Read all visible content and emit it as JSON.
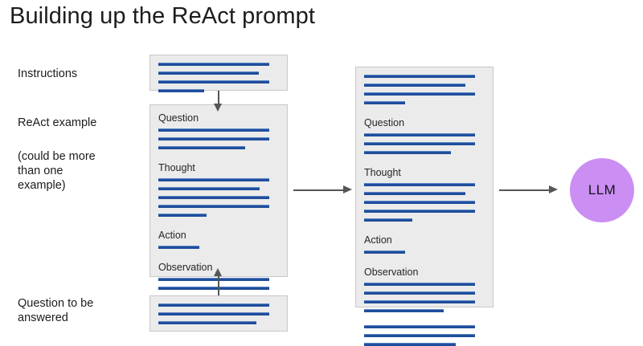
{
  "slide": {
    "title": "Building up the ReAct prompt",
    "background_color": "#ffffff"
  },
  "theme": {
    "box_fill": "#ebebeb",
    "box_border": "#c8c8c8",
    "text_rule_color": "#1f4e9c",
    "arrow_color": "#555555",
    "llm_fill": "#cb8ef2",
    "text_color": "#1c1c1c"
  },
  "captions": [
    {
      "id": "instructions",
      "text": "Instructions"
    },
    {
      "id": "react-example",
      "text": "ReAct example"
    },
    {
      "id": "could-be-more",
      "text": "(could be more\nthan one\nexample)"
    },
    {
      "id": "question-to-be",
      "text": "Question to be\nanswered"
    }
  ],
  "boxes": {
    "instructions": {
      "name": "instructions-block",
      "sections": [
        {
          "label": null,
          "rules": [
            {
              "width_pct": 92
            },
            {
              "width_pct": 83
            },
            {
              "width_pct": 92
            },
            {
              "width_pct": 38
            }
          ]
        }
      ]
    },
    "react_example": {
      "name": "react-example-block",
      "sections": [
        {
          "label": "Question",
          "rules": [
            {
              "width_pct": 92
            },
            {
              "width_pct": 92
            },
            {
              "width_pct": 72
            }
          ]
        },
        {
          "label": "Thought",
          "rules": [
            {
              "width_pct": 92
            },
            {
              "width_pct": 84
            },
            {
              "width_pct": 92
            },
            {
              "width_pct": 92
            },
            {
              "width_pct": 40
            }
          ]
        },
        {
          "label": "Action",
          "rules": [
            {
              "width_pct": 34
            }
          ]
        },
        {
          "label": "Observation",
          "rules": [
            {
              "width_pct": 92
            },
            {
              "width_pct": 92
            },
            {
              "width_pct": 92
            },
            {
              "width_pct": 66
            }
          ]
        }
      ]
    },
    "question_bottom": {
      "name": "question-to-answer-block",
      "sections": [
        {
          "label": null,
          "rules": [
            {
              "width_pct": 92
            },
            {
              "width_pct": 92
            },
            {
              "width_pct": 81
            }
          ]
        }
      ]
    },
    "full_prompt": {
      "name": "assembled-prompt-block",
      "sections": [
        {
          "label": null,
          "rules": [
            {
              "width_pct": 92
            },
            {
              "width_pct": 84
            },
            {
              "width_pct": 92
            },
            {
              "width_pct": 34
            }
          ]
        },
        {
          "label": "Question",
          "rules": [
            {
              "width_pct": 92
            },
            {
              "width_pct": 92
            },
            {
              "width_pct": 72
            }
          ]
        },
        {
          "label": "Thought",
          "rules": [
            {
              "width_pct": 92
            },
            {
              "width_pct": 84
            },
            {
              "width_pct": 92
            },
            {
              "width_pct": 92
            },
            {
              "width_pct": 40
            }
          ]
        },
        {
          "label": "Action",
          "rules": [
            {
              "width_pct": 34
            }
          ]
        },
        {
          "label": "Observation",
          "rules": [
            {
              "width_pct": 92
            },
            {
              "width_pct": 92
            },
            {
              "width_pct": 92
            },
            {
              "width_pct": 66
            }
          ]
        },
        {
          "label": null,
          "rules": [
            {
              "width_pct": 92
            },
            {
              "width_pct": 92
            },
            {
              "width_pct": 76
            }
          ]
        }
      ]
    }
  },
  "arrows": [
    {
      "id": "instr-to-example",
      "direction": "down",
      "from": "instructions-block",
      "to": "react-example-block"
    },
    {
      "id": "question-to-example",
      "direction": "up",
      "from": "question-to-answer-block",
      "to": "react-example-block"
    },
    {
      "id": "example-to-prompt",
      "direction": "right",
      "from": "react-example-block",
      "to": "assembled-prompt-block"
    },
    {
      "id": "prompt-to-llm",
      "direction": "right",
      "from": "assembled-prompt-block",
      "to": "llm-node"
    }
  ],
  "llm": {
    "label": "LLM"
  }
}
